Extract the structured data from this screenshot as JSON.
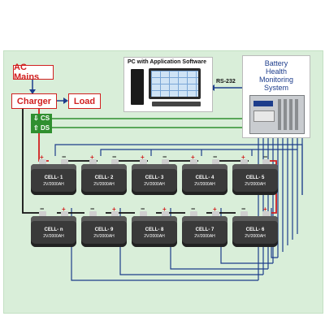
{
  "colors": {
    "panel": "#d9eed9",
    "red": "#d12020",
    "blue": "#1d3d8c",
    "green": "#2f8f2f"
  },
  "ac_mains": "AC Mains",
  "charger": "Charger",
  "load": "Load",
  "cs": "CS",
  "ds": "DS",
  "pc_label": "PC with Application Software",
  "rs232": "RS-232",
  "bhms": [
    "Battery",
    "Health",
    "Monitoring",
    "System"
  ],
  "top_cells": [
    {
      "name": "CELL- 1",
      "spec": "2V/2000AH"
    },
    {
      "name": "CELL- 2",
      "spec": "2V/2000AH"
    },
    {
      "name": "CELL- 3",
      "spec": "2V/2000AH"
    },
    {
      "name": "CELL- 4",
      "spec": "2V/2000AH"
    },
    {
      "name": "CELL- 5",
      "spec": "2V/2000AH"
    }
  ],
  "bottom_cells": [
    {
      "name": "CELL- n",
      "spec": "2V/2000AH"
    },
    {
      "name": "CELL- 9",
      "spec": "2V/2000AH"
    },
    {
      "name": "CELL- 8",
      "spec": "2V/2000AH"
    },
    {
      "name": "CELL- 7",
      "spec": "2V/2000AH"
    },
    {
      "name": "CELL- 6",
      "spec": "2V/2000AH"
    }
  ],
  "plus": "+",
  "minus": "−"
}
